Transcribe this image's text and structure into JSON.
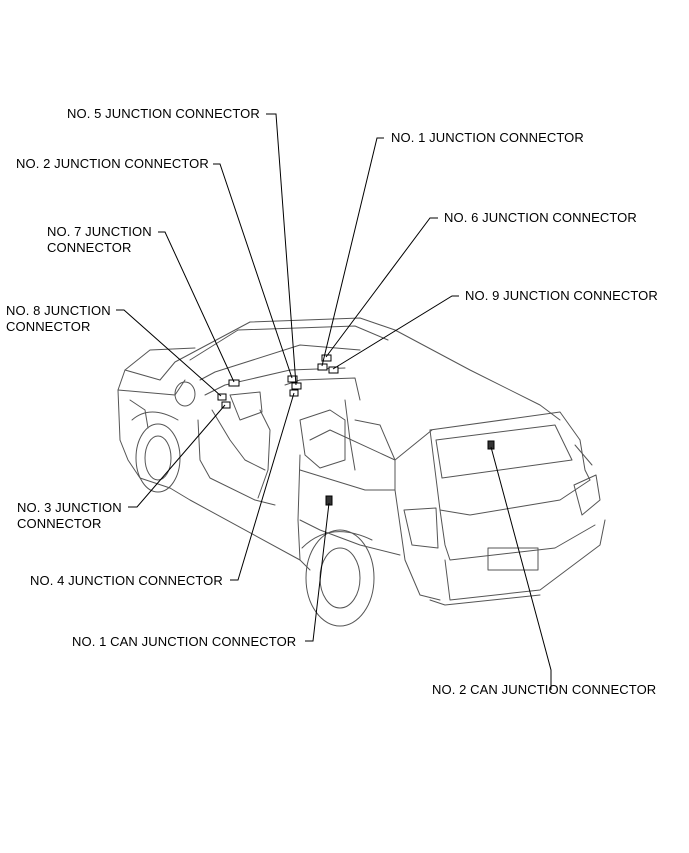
{
  "labels": {
    "no5": "NO. 5 JUNCTION CONNECTOR",
    "no1": "NO. 1 JUNCTION CONNECTOR",
    "no2": "NO. 2 JUNCTION CONNECTOR",
    "no6": "NO. 6 JUNCTION CONNECTOR",
    "no7_l1": "NO. 7 JUNCTION",
    "no7_l2": "CONNECTOR",
    "no9": "NO. 9 JUNCTION CONNECTOR",
    "no8_l1": "NO. 8 JUNCTION",
    "no8_l2": "CONNECTOR",
    "no3_l1": "NO. 3 JUNCTION",
    "no3_l2": "CONNECTOR",
    "no4": "NO. 4 JUNCTION CONNECTOR",
    "can1": "NO. 1 CAN JUNCTION CONNECTOR",
    "can2": "NO. 2 CAN JUNCTION CONNECTOR"
  },
  "colors": {
    "line": "#000000",
    "car_outline": "#555555",
    "background": "#ffffff"
  }
}
